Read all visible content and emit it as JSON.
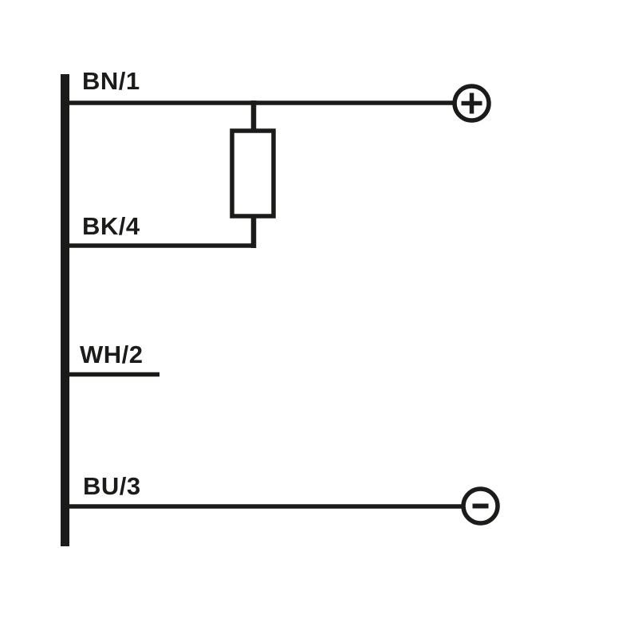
{
  "diagram": {
    "kind": "sensor-wiring-diagram",
    "wires": {
      "bn1": {
        "label": "BN/1"
      },
      "bk4": {
        "label": "BK/4"
      },
      "wh2": {
        "label": "WH/2"
      },
      "bu3": {
        "label": "BU/3"
      }
    },
    "terminals": {
      "positive": {
        "symbol": "+",
        "icon": "plus-icon"
      },
      "negative": {
        "symbol": "-",
        "icon": "minus-icon"
      }
    },
    "components": {
      "resistor": {
        "icon": "resistor-rectangle-symbol"
      }
    }
  },
  "colors": {
    "line": "#1b1b19",
    "background": "#ffffff"
  }
}
